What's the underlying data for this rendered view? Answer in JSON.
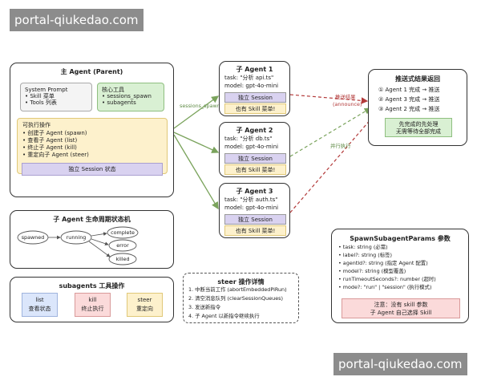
{
  "watermark": "portal-qiukedao.com",
  "main": {
    "title": "主 Agent (Parent)",
    "system": {
      "title": "System Prompt",
      "items": [
        "• Skill 菜单",
        "• Tools 列表"
      ]
    },
    "tools": {
      "title": "核心工具",
      "items": [
        "• sessions_spawn",
        "• subagents"
      ]
    },
    "ops": {
      "title": "可执行操作",
      "items": [
        "• 创建子 Agent (spawn)",
        "• 查看子 Agent (list)",
        "• 终止子 Agent (kill)",
        "• 重定向子 Agent (steer)"
      ]
    },
    "session": "独立 Session 状态"
  },
  "edges": {
    "spawn": "sessions_spawn",
    "announce": "推送结果",
    "announce2": "(announce)",
    "parallel": "并行执行"
  },
  "agents": [
    {
      "title": "子 Agent 1",
      "task": "task: \"分析 api.ts\"",
      "model": "model: gpt-4o-mini",
      "session": "独立 Session",
      "skill": "也有 Skill 菜单!"
    },
    {
      "title": "子 Agent 2",
      "task": "task: \"分析 db.ts\"",
      "model": "model: gpt-4o-mini",
      "session": "独立 Session",
      "skill": "也有 Skill 菜单!"
    },
    {
      "title": "子 Agent 3",
      "task": "task: \"分析 auth.ts\"",
      "model": "model: gpt-4o-mini",
      "session": "独立 Session",
      "skill": "也有 Skill 菜单!"
    }
  ],
  "push": {
    "title": "推送式结果返回",
    "items": [
      "① Agent 1 完成 → 推送",
      "② Agent 3 完成 → 推送",
      "③ Agent 2 完成 → 推送"
    ],
    "note1": "先完成的先处理",
    "note2": "无需等待全部完成"
  },
  "lifecycle": {
    "title": "子 Agent 生命周期状态机",
    "states": [
      "spawned",
      "running",
      "complete",
      "error",
      "killed"
    ]
  },
  "subagents": {
    "title": "subagents 工具操作",
    "ops": [
      {
        "name": "list",
        "desc": "查看状态",
        "color": "#dbe6fb"
      },
      {
        "name": "kill",
        "desc": "终止执行",
        "color": "#fbdada"
      },
      {
        "name": "steer",
        "desc": "重定向",
        "color": "#fdf1cc"
      }
    ]
  },
  "steer": {
    "title": "steer 操作详情",
    "items": [
      "1. 中断当前工作 (abortEmbeddedPiRun)",
      "2. 清空消息队列 (clearSessionQueues)",
      "3. 发送新指令",
      "4. 子 Agent 以新指令继续执行"
    ]
  },
  "params": {
    "title": "SpawnSubagentParams 参数",
    "items": [
      "• task: string (必需)",
      "• label?: string (标签)",
      "• agentId?: string (指定 Agent 配置)",
      "• model?: string (模型覆盖)",
      "• runTimeoutSeconds?: number (超时)",
      "• mode?: \"run\" | \"session\" (执行模式)"
    ],
    "note1": "注意：没有 skill 参数",
    "note2": "子 Agent 自己选择 Skill"
  },
  "colors": {
    "green": "#7aa35c",
    "red": "#b33a3a",
    "session": "#d9d2f0",
    "skill": "#fdf1cc",
    "greenfill": "#d9f0d3"
  }
}
